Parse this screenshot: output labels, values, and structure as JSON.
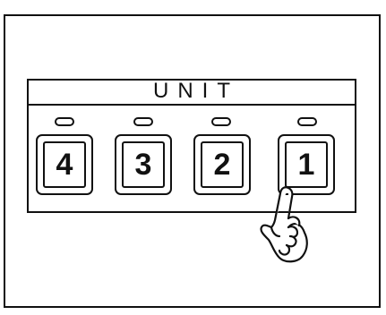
{
  "panel": {
    "title": "UNIT",
    "keys": [
      {
        "label": "4"
      },
      {
        "label": "3"
      },
      {
        "label": "2"
      },
      {
        "label": "1"
      }
    ]
  },
  "pointer": {
    "icon": "pointing-hand-icon",
    "target_key": "1"
  }
}
